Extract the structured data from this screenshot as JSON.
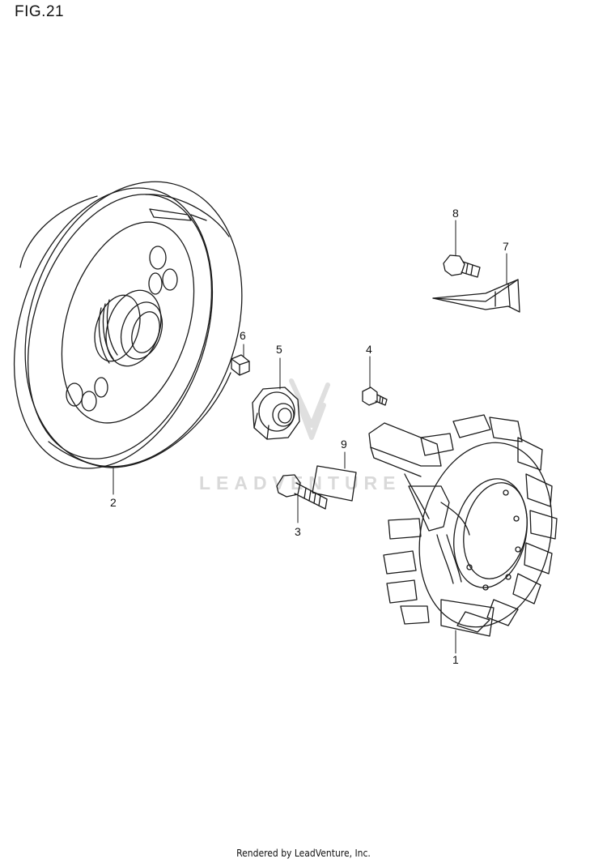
{
  "figure": {
    "title": "FIG.21"
  },
  "watermark": {
    "text": "LEADVENTURE"
  },
  "callouts": [
    {
      "id": "1",
      "label": "1"
    },
    {
      "id": "2",
      "label": "2"
    },
    {
      "id": "3",
      "label": "3"
    },
    {
      "id": "4",
      "label": "4"
    },
    {
      "id": "5",
      "label": "5"
    },
    {
      "id": "6",
      "label": "6"
    },
    {
      "id": "7",
      "label": "7"
    },
    {
      "id": "8",
      "label": "8"
    },
    {
      "id": "9",
      "label": "9"
    }
  ],
  "footer": {
    "text": "Rendered by LeadVenture, Inc."
  }
}
